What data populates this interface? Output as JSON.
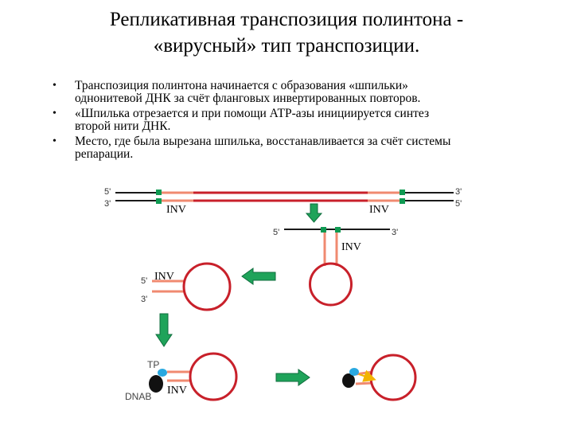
{
  "title": {
    "line1": "Репликативная  транспозиция полинтона -",
    "line2": "«вирусный» тип транспозиции."
  },
  "bullets": [
    {
      "symbol": "•",
      "line1": "Транспозиция полинтона начинается с образования «шпильки»",
      "line2": "однонитевой ДНК за счёт фланговых инвертированных повторов."
    },
    {
      "symbol": "•",
      "line1": "«Шпилька отрезается и при помощи АТР-азы инициируется синтез",
      "line2": "второй нити ДНК."
    },
    {
      "symbol": "•",
      "line1": "Место, где была вырезана шпилька, восстанавливается за счёт системы",
      "line2": "репарации."
    }
  ],
  "diagram": {
    "colors": {
      "dna_black": "#1a1a1a",
      "insert_red": "#c8202a",
      "inv_light": "#f08a70",
      "marker_green": "#0f9a52",
      "arrow_green": "#1fa35a",
      "arrow_stroke": "#0f6e3d",
      "tp_blue": "#29a8e0",
      "dnab_black": "#111111",
      "yellow_arrow": "#f2b400"
    },
    "stage1": {
      "top_left_end": "5'",
      "bottom_left_end": "3'",
      "top_right_end": "3'",
      "bottom_right_end": "5'",
      "inv_left": "INV",
      "inv_right": "INV"
    },
    "stage2": {
      "left_end": "5'",
      "right_end": "3'",
      "inv": "INV"
    },
    "stage3": {
      "top_end": "5'",
      "bottom_end": "3'",
      "inv": "INV"
    },
    "stage4": {
      "tp_label": "TP",
      "dnab_label": "DNAB",
      "inv": "INV"
    }
  }
}
